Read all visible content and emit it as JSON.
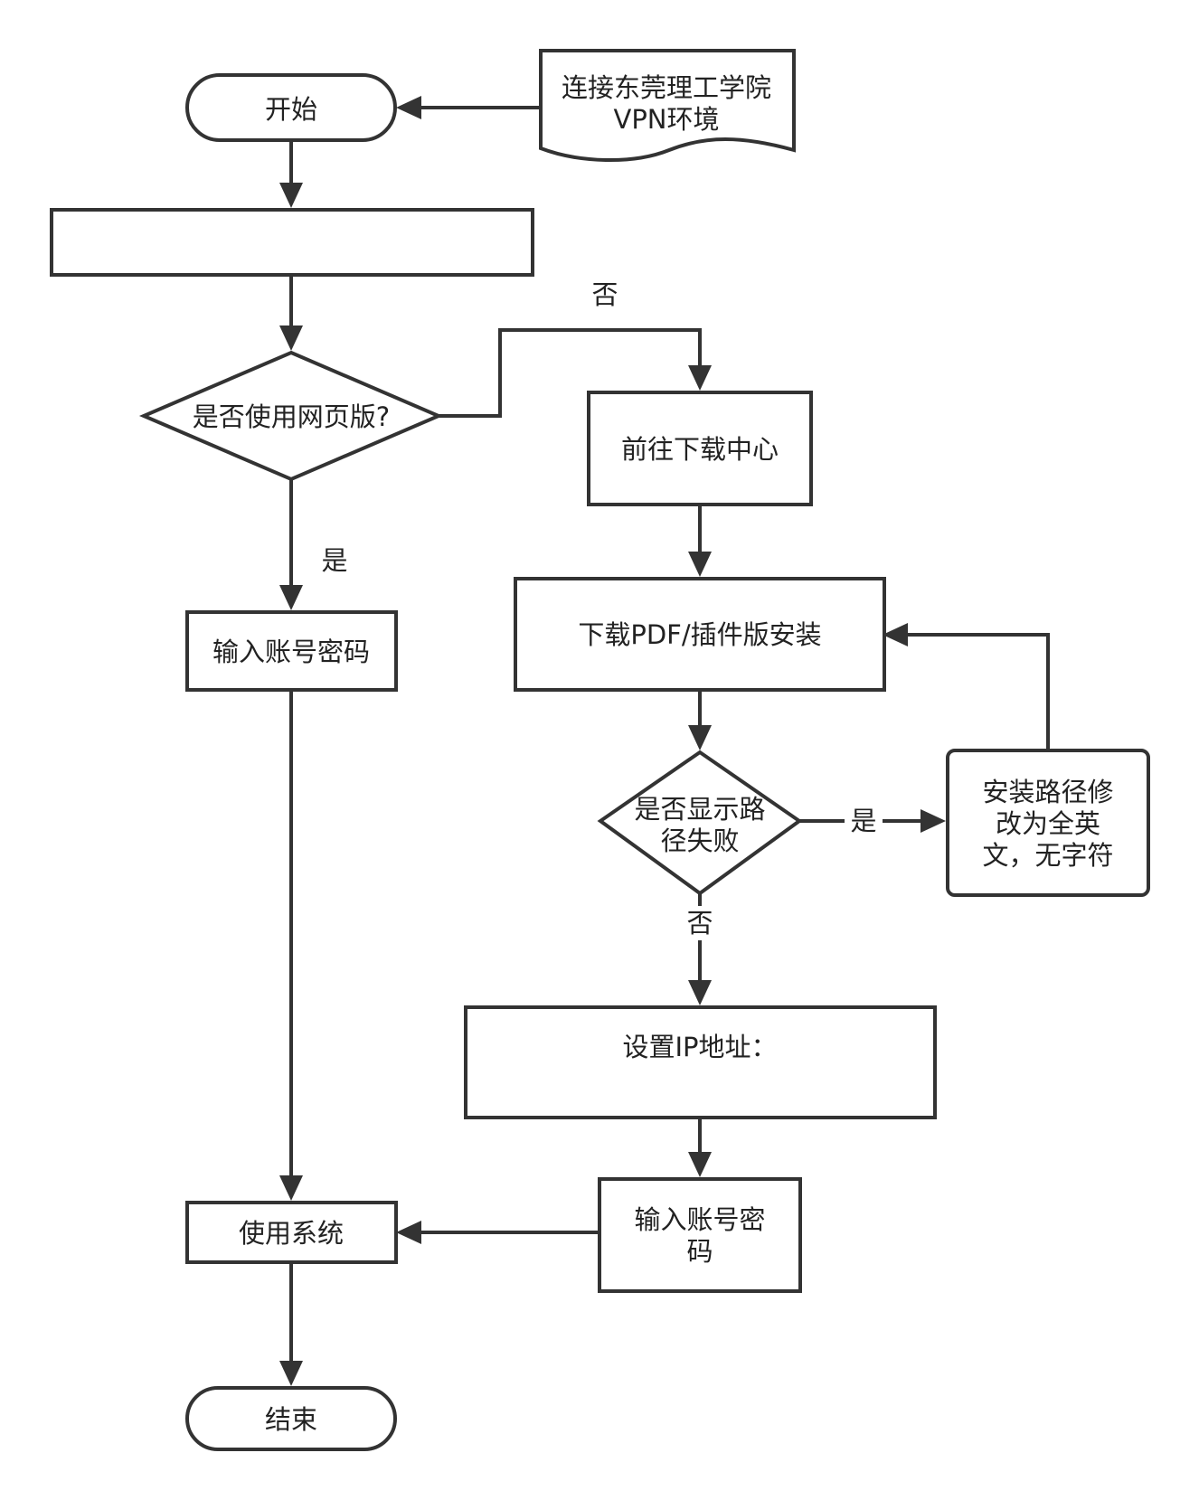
{
  "nodes": {
    "start": {
      "label": "开始"
    },
    "vpn": {
      "lines": [
        "连接东莞理工学院",
        "VPN环境"
      ]
    },
    "blank_step": {
      "label": ""
    },
    "decision_web": {
      "label": "是否使用网页版?"
    },
    "download_center": {
      "label": "前往下载中心"
    },
    "download_install": {
      "label": "下载PDF/插件版安装"
    },
    "decision_path": {
      "lines": [
        "是否显示路",
        "径失败"
      ]
    },
    "fix_path": {
      "lines": [
        "安装路径修",
        "改为全英",
        "文，无字符"
      ]
    },
    "set_ip": {
      "label": "设置IP地址："
    },
    "login_left": {
      "label": "输入账号密码"
    },
    "login_right": {
      "lines": [
        "输入账号密",
        "码"
      ]
    },
    "use_system": {
      "label": "使用系统"
    },
    "end": {
      "label": "结束"
    }
  },
  "edges": {
    "web_no": "否",
    "web_yes": "是",
    "path_yes": "是",
    "path_no": "否"
  }
}
